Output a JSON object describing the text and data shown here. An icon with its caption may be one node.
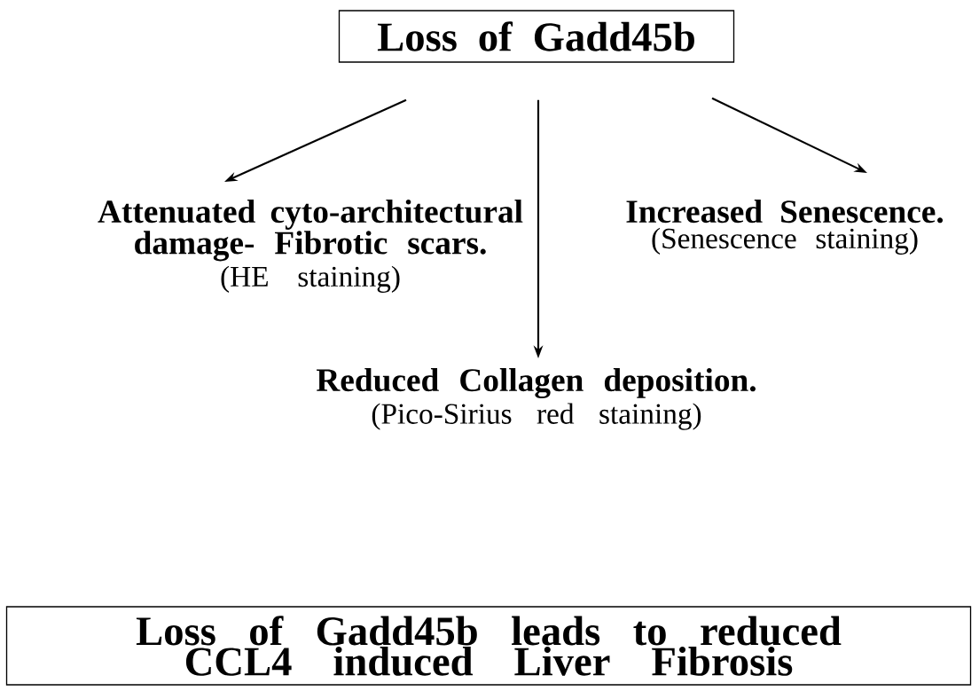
{
  "diagram": {
    "nodes": [
      {
        "text": [
          "Loss of Gadd45b"
        ]
      },
      {
        "text": [
          "Attenuated cyto-architectural damage- Fibrotic scars.",
          "(HE staining)"
        ]
      },
      {
        "text": [
          "Increased Senescence.",
          "(Senescence staining)"
        ]
      },
      {
        "text": [
          "Reduced Collagen deposition.",
          "(Pico-Sirius red staining)"
        ]
      },
      {
        "text": [
          "Loss of Gadd45b leads to reduced CCL4 induced Liver Fibrosis"
        ]
      }
    ],
    "edges": [
      {
        "from": 0,
        "to": 1,
        "arrow": "to"
      },
      {
        "from": 0,
        "to": 3,
        "arrow": "to"
      },
      {
        "from": 0,
        "to": 2,
        "arrow": "to"
      }
    ]
  }
}
